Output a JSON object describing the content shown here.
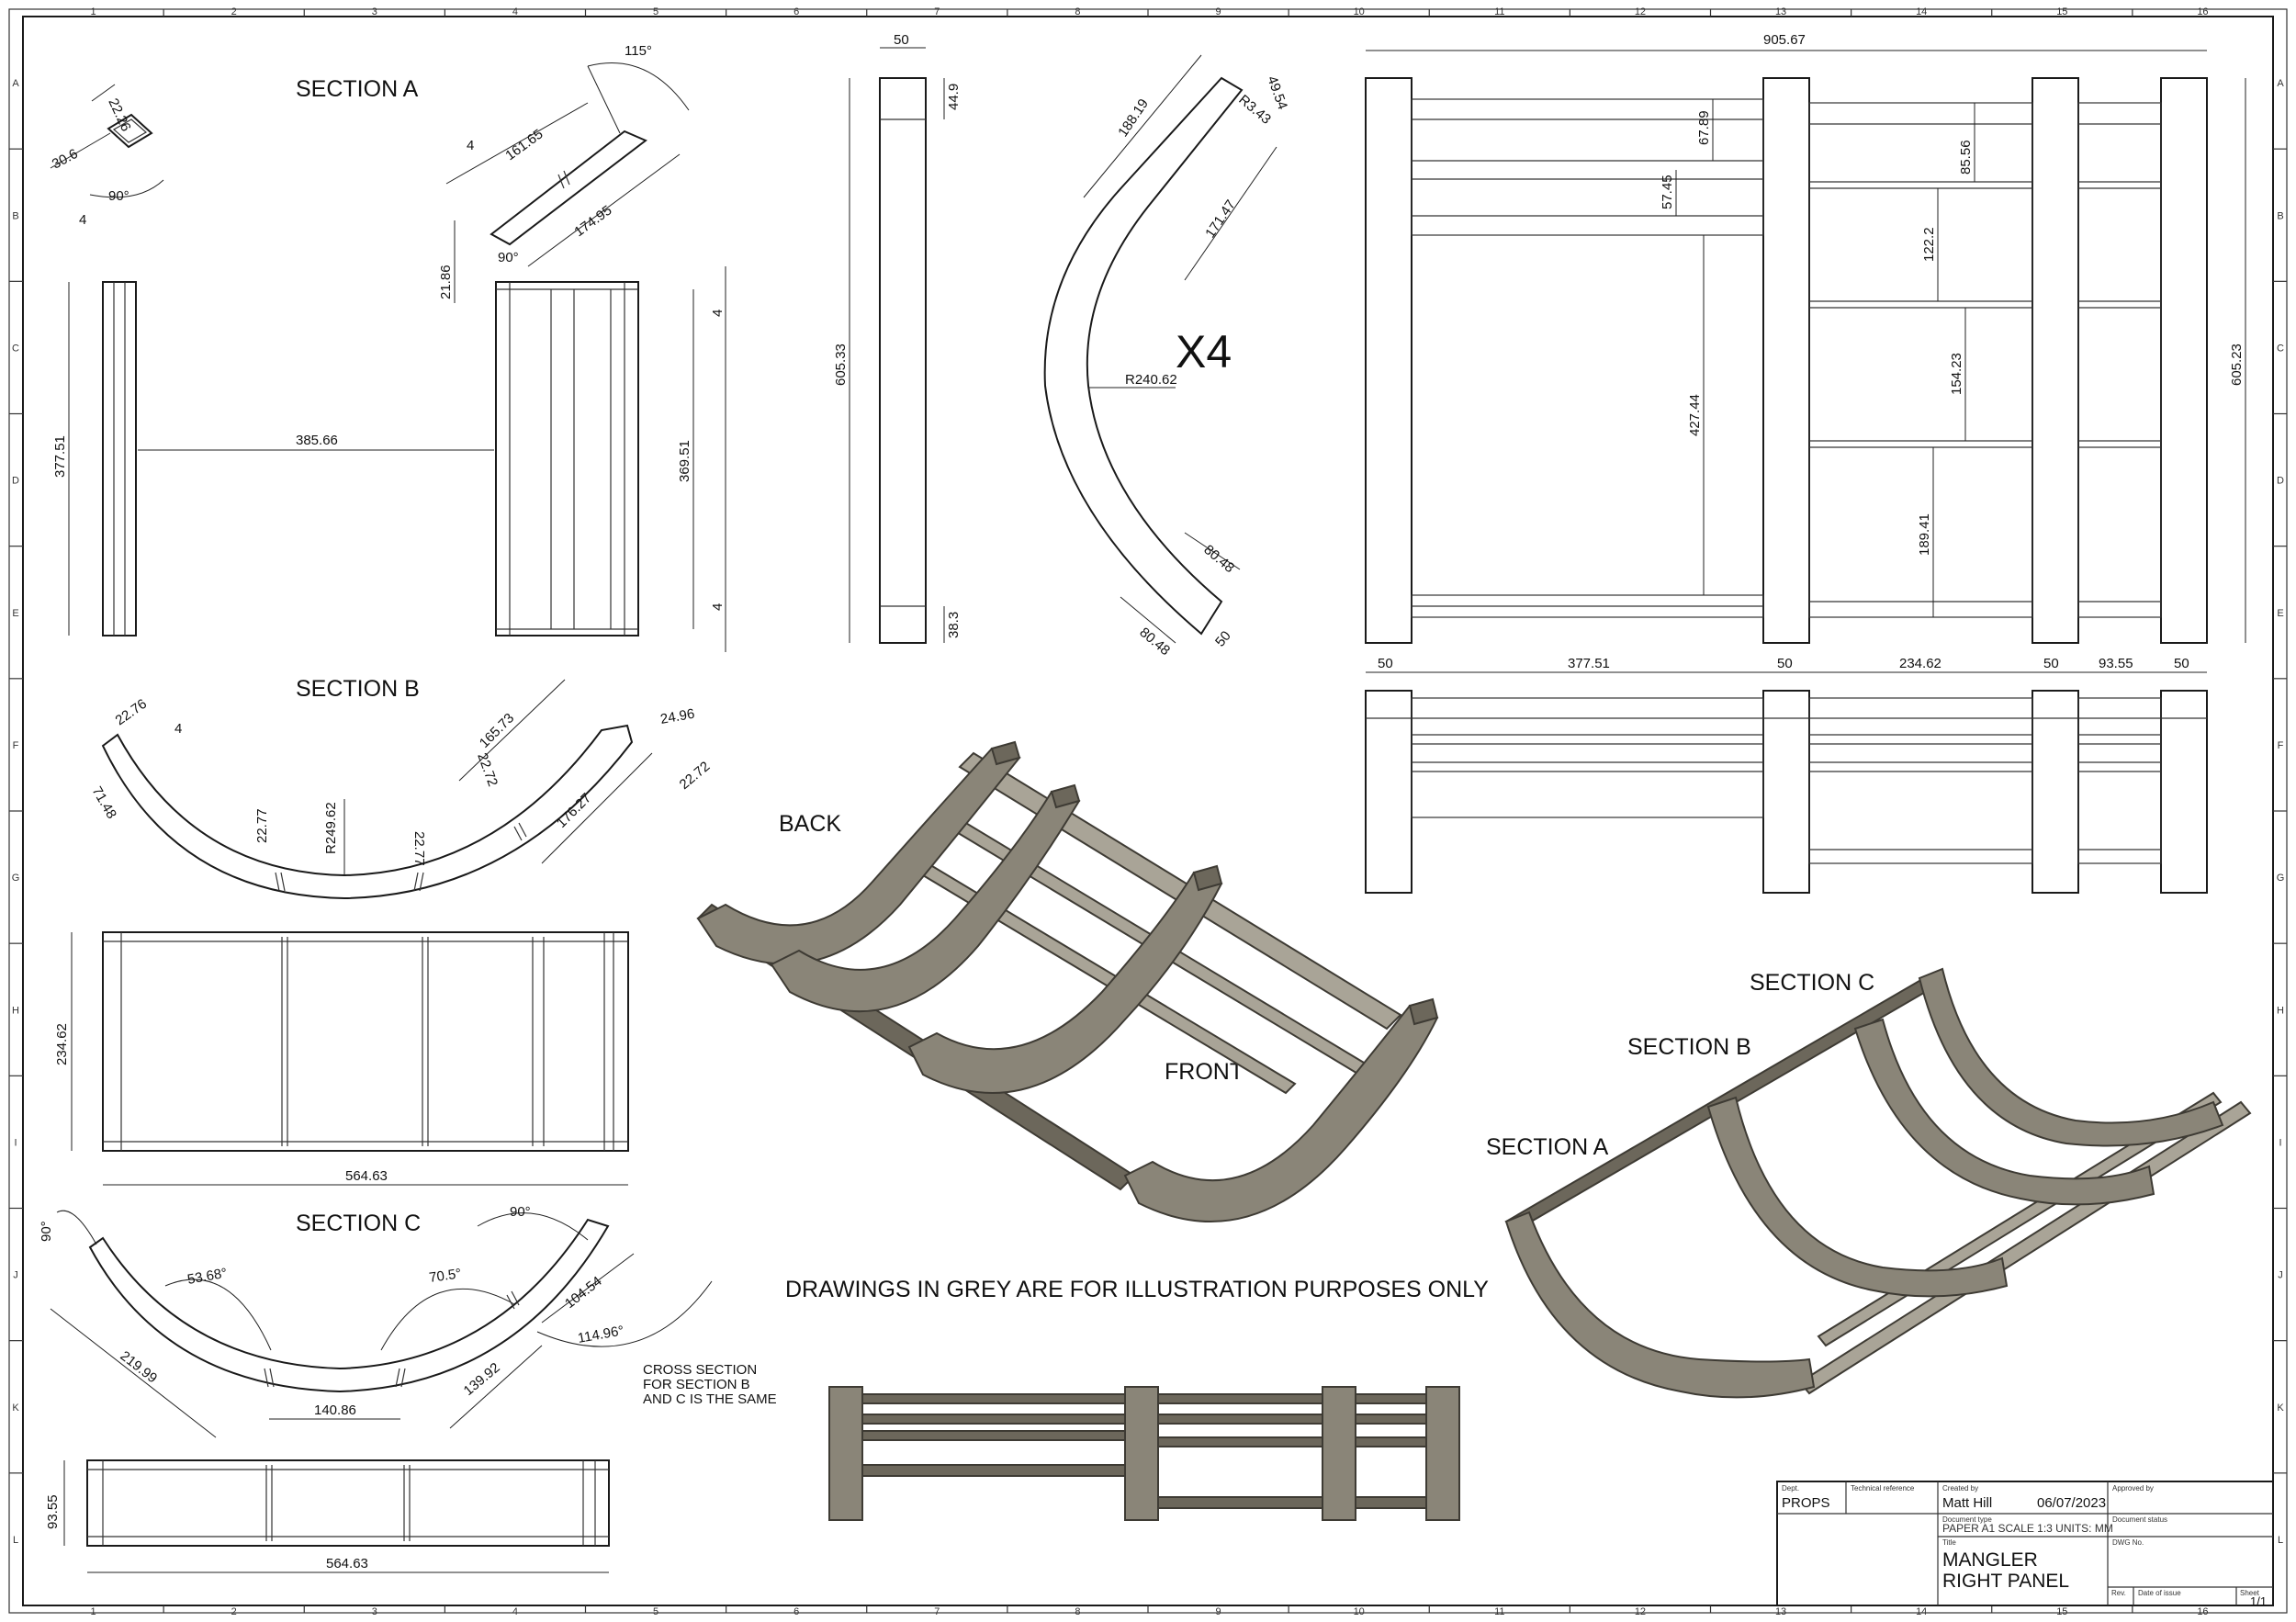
{
  "labels": {
    "section_a": "SECTION A",
    "section_b": "SECTION B",
    "section_c": "SECTION C",
    "quantity": "X4",
    "back": "BACK",
    "front": "FRONT",
    "iso_section_a": "SECTION A",
    "iso_section_b": "SECTION B",
    "iso_section_c": "SECTION C",
    "note_grey": "DRAWINGS IN GREY ARE FOR ILLUSTRATION PURPOSES ONLY",
    "note_cross_1": "CROSS SECTION",
    "note_cross_2": "FOR SECTION B",
    "note_cross_3": "AND C IS THE SAME"
  },
  "dimensions": {
    "a_22_26": "22.26",
    "a_30_6": "30.6",
    "a_90": "90°",
    "a_4": "4",
    "a_115": "115°",
    "a_4b": "4",
    "a_161_65": "161.65",
    "a_174_95": "174.95",
    "a_21_86": "21.86",
    "a_90b": "90°",
    "a_377_51": "377.51",
    "a_385_66": "385.66",
    "a_369_51": "369.51",
    "a_4c": "4",
    "a_4d": "4",
    "p_50": "50",
    "p_44_9": "44.9",
    "p_605_33": "605.33",
    "p_38_3": "38.3",
    "c_188_19": "188.19",
    "c_49_54": "49.54",
    "c_r3_43": "R3.43",
    "c_171_47": "171.47",
    "c_r240_62": "R240.62",
    "c_80_48a": "80.48",
    "c_80_48b": "80.48",
    "c_50": "50",
    "f_905_67": "905.67",
    "f_67_89": "67.89",
    "f_57_45": "57.45",
    "f_427_44": "427.44",
    "f_85_56": "85.56",
    "f_122_2": "122.2",
    "f_154_23": "154.23",
    "f_189_41": "189.41",
    "f_605_23": "605.23",
    "t_50a": "50",
    "t_377_51": "377.51",
    "t_50b": "50",
    "t_234_62": "234.62",
    "t_50c": "50",
    "t_93_55": "93.55",
    "t_50d": "50",
    "b_22_76": "22.76",
    "b_4": "4",
    "b_71_48": "71.48",
    "b_22_77a": "22.77",
    "b_r249_62": "R249.62",
    "b_22_77b": "22.77",
    "b_22_72a": "22.72",
    "b_165_73": "165.73",
    "b_24_96": "24.96",
    "b_22_72b": "22.72",
    "b_176_27": "176.27",
    "b_234_62": "234.62",
    "b_564_63": "564.63",
    "c2_90a": "90°",
    "c2_53_68": "53.68°",
    "c2_219_99": "219.99",
    "c2_140_86": "140.86",
    "c2_70_5": "70.5°",
    "c2_90b": "90°",
    "c2_104_54": "104.54",
    "c2_114_96": "114.96°",
    "c2_139_92": "139.92",
    "c2_93_55": "93.55",
    "c2_564_63": "564.63"
  },
  "zones": {
    "columns": [
      "1",
      "2",
      "3",
      "4",
      "5",
      "6",
      "7",
      "8",
      "9",
      "10",
      "11",
      "12",
      "13",
      "14",
      "15",
      "16"
    ],
    "rows": [
      "A",
      "B",
      "C",
      "D",
      "E",
      "F",
      "G",
      "H",
      "I",
      "J",
      "K",
      "L"
    ]
  },
  "title_block": {
    "dept_label": "Dept.",
    "dept": "PROPS",
    "tech_ref_label": "Technical reference",
    "created_by_label": "Created by",
    "created_by": "Matt Hill",
    "date": "06/07/2023",
    "approved_by_label": "Approved by",
    "doc_type_label": "Document type",
    "doc_type": "PAPER A1 SCALE 1:3 UNITS: MM",
    "doc_status_label": "Document status",
    "title_label": "Title",
    "title_1": "MANGLER",
    "title_2": "RIGHT PANEL",
    "dwg_no_label": "DWG No.",
    "rev_label": "Rev.",
    "date_of_issue_label": "Date of issue",
    "sheet_label": "Sheet",
    "sheet": "1/1"
  },
  "colors": {
    "illustration_grey": "#8a8578",
    "line": "#1a1a1a"
  }
}
